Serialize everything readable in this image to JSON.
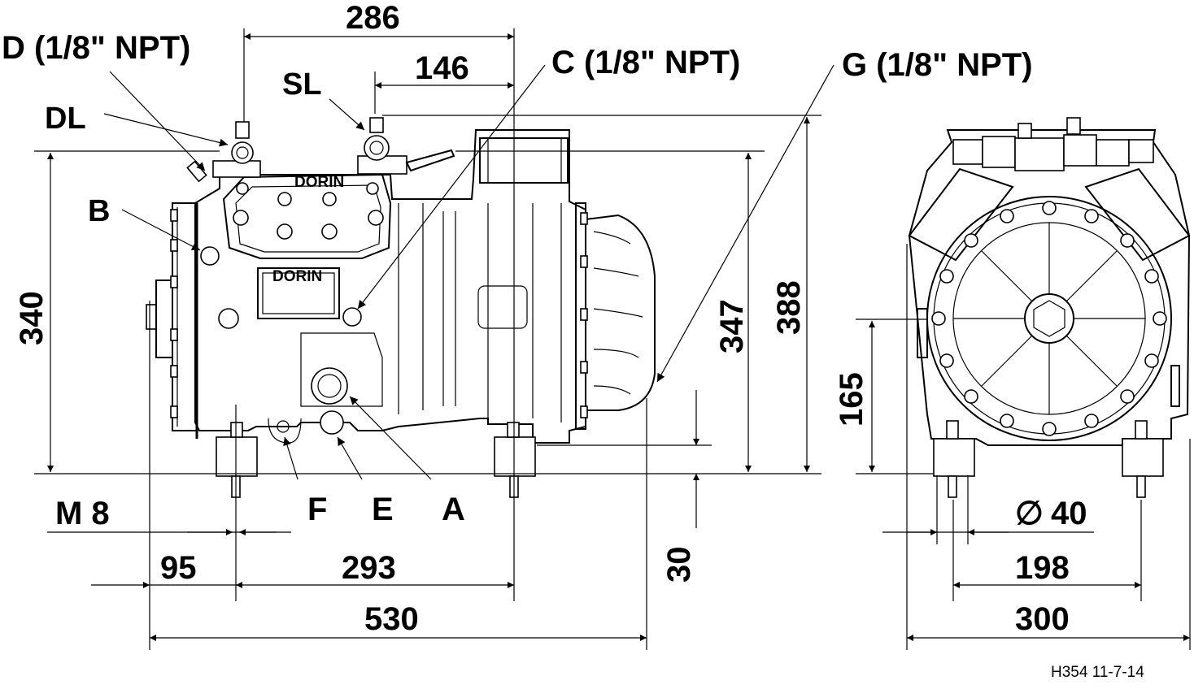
{
  "drawing": {
    "code": "H354 11-7-14",
    "brand": "DORIN",
    "labels": {
      "d": "D (1/8\" NPT)",
      "dl": "DL",
      "sl": "SL",
      "b": "B",
      "c": "C (1/8\" NPT)",
      "g": "G (1/8\" NPT)",
      "f": "F",
      "e": "E",
      "a": "A",
      "m8": "M 8"
    },
    "dimensions": {
      "d286": "286",
      "d146": "146",
      "d340": "340",
      "d347": "347",
      "d388": "388",
      "d165": "165",
      "d95": "95",
      "d293": "293",
      "d530": "530",
      "d30": "30",
      "d40": "40",
      "d198": "198",
      "d300": "300"
    },
    "symbols": {
      "diameter": "∅"
    }
  }
}
